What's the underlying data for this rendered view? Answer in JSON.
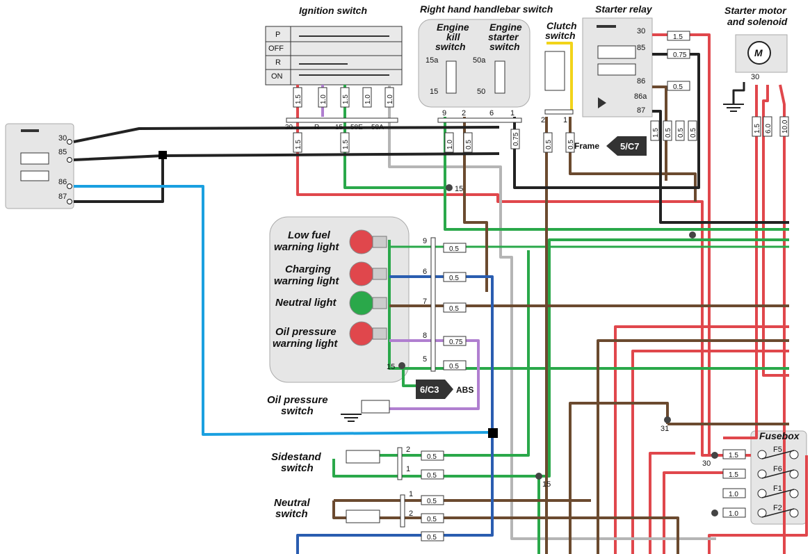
{
  "colors": {
    "background": "#ffffff",
    "panel": "#e6e6e6",
    "wire_red": "#e0474c",
    "wire_green": "#2aa84a",
    "wire_black": "#222222",
    "wire_brown": "#6b4a2f",
    "wire_blue": "#2a5db0",
    "wire_lightblue": "#1aa0e0",
    "wire_purple": "#b07fd0",
    "wire_grey": "#b5b5b5",
    "wire_yellow": "#f2d41a"
  },
  "sections": {
    "ignition_switch": "Ignition switch",
    "handlebar_switch": "Right hand handlebar switch",
    "starter_relay": "Starter relay",
    "starter_motor_line1": "Starter motor",
    "starter_motor_line2": "and solenoid",
    "motor_symbol": "M",
    "engine_kill_line1": "Engine",
    "engine_kill_line2": "kill",
    "engine_kill_line3": "switch",
    "engine_starter_line1": "Engine",
    "engine_starter_line2": "starter",
    "engine_starter_line3": "switch",
    "clutch_line1": "Clutch",
    "clutch_line2": "switch",
    "fusebox": "Fusebox"
  },
  "ignition": {
    "positions": [
      "P",
      "OFF",
      "R",
      "ON"
    ],
    "wire_sizes": [
      "1.5",
      "1.0",
      "1.5",
      "1.0",
      "1.0"
    ],
    "terminals": [
      "30",
      "R",
      "15",
      "58E",
      "58A"
    ]
  },
  "lights": {
    "low_fuel_line1": "Low fuel",
    "low_fuel_line2": "warning light",
    "charging_line1": "Charging",
    "charging_line2": "warning light",
    "neutral": "Neutral light",
    "oil_line1": "Oil pressure",
    "oil_line2": "warning light"
  },
  "switches": {
    "oil_pressure_line1": "Oil pressure",
    "oil_pressure_line2": "switch",
    "sidestand_line1": "Sidestand",
    "sidestand_line2": "switch",
    "neutral_line1": "Neutral",
    "neutral_line2": "switch"
  },
  "arrows": {
    "frame_label": "Frame",
    "frame_ref": "5/C7",
    "abs_ref": "6/C3",
    "abs_label": "ABS"
  },
  "relay": {
    "pins": [
      "30",
      "85",
      "86",
      "87"
    ],
    "extra_pin": "86a"
  },
  "connector_pins": {
    "handlebar": [
      "9",
      "2",
      "6",
      "1"
    ],
    "kill": [
      "15a",
      "15"
    ],
    "starter": [
      "50a",
      "50"
    ],
    "clutch": [
      "2",
      "1"
    ],
    "lights": [
      "9",
      "6",
      "7",
      "8",
      "5"
    ],
    "sidestand": [
      "2",
      "1"
    ],
    "neutral": [
      "1",
      "2"
    ]
  },
  "node_labels": {
    "n15_upper": "15",
    "n15_lights": "15",
    "n15_lower": "15",
    "n31": "31",
    "n30": "30"
  },
  "wire_sizes": {
    "ign_low_a": "1.5",
    "ign_low_b": "1.5",
    "hb_a": "1.0",
    "hb_b": "0.5",
    "hb_c": "0.75",
    "clutch_a": "0.5",
    "clutch_b": "0.5",
    "relay_top_a": "1.5",
    "relay_top_b": "0.75",
    "relay_86": "0.5",
    "relay_87_a": "1.5",
    "relay_87_b": "0.5",
    "relay_87_c": "0.5",
    "relay_87_d": "0.5",
    "motor_a": "1.5",
    "motor_b": "6.0",
    "motor_c": "10.0",
    "light_9": "0.5",
    "light_6": "0.5",
    "light_7": "0.5",
    "light_8": "0.75",
    "light_5": "0.5",
    "side_2": "0.5",
    "side_1": "0.5",
    "neut_1": "0.5",
    "neut_2": "0.5",
    "bottom": "0.5",
    "fuse_f5": "1.5",
    "fuse_f6": "1.5",
    "fuse_f1": "1.0",
    "fuse_f2": "1.0"
  },
  "fuses": [
    "F5",
    "F6",
    "F1",
    "F2"
  ]
}
